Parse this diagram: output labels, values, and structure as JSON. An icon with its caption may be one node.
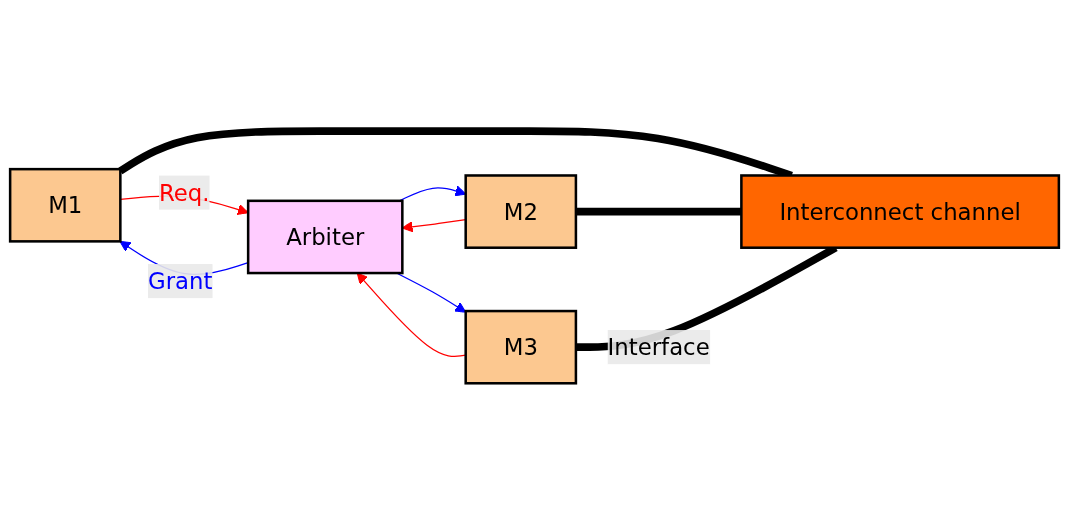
{
  "diagram": {
    "nodes": [
      {
        "text": [
          "M1"
        ]
      },
      {
        "text": [
          "M2"
        ]
      },
      {
        "text": [
          "M3"
        ]
      },
      {
        "text": [
          "Arbiter"
        ]
      },
      {
        "text": [
          "Interconnect channel"
        ]
      }
    ],
    "edges": [
      {
        "from": 3,
        "to": 0,
        "arrow": "to",
        "label": "Grant",
        "color": "#0000ff"
      },
      {
        "from": 0,
        "to": 3,
        "arrow": "to",
        "label": "Req.",
        "color": "#ff0000"
      },
      {
        "from": 3,
        "to": 1,
        "arrow": "to",
        "color": "#0000ff"
      },
      {
        "from": 1,
        "to": 3,
        "arrow": "to",
        "color": "#ff0000"
      },
      {
        "from": 3,
        "to": 2,
        "arrow": "to",
        "color": "#0000ff"
      },
      {
        "from": 2,
        "to": 3,
        "arrow": "to",
        "color": "#ff0000"
      },
      {
        "from": 0,
        "to": 4,
        "arrow": "none",
        "style": "thick",
        "color": "#000000"
      },
      {
        "from": 1,
        "to": 4,
        "arrow": "none",
        "style": "thick",
        "color": "#000000"
      },
      {
        "from": 2,
        "to": 4,
        "arrow": "none",
        "style": "thick",
        "color": "#000000",
        "label": "Interface"
      }
    ]
  }
}
